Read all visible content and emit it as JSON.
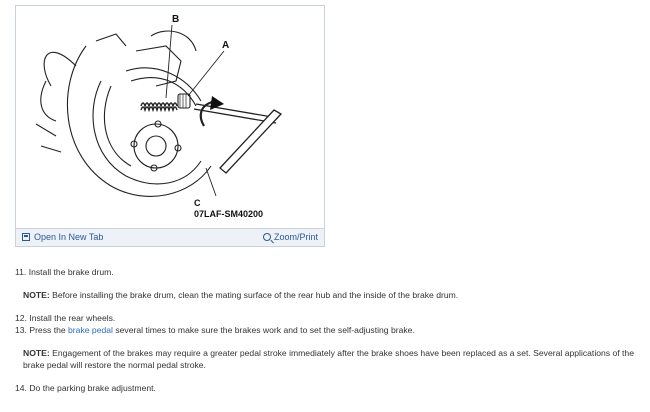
{
  "figure": {
    "labels": {
      "a": "A",
      "b": "B",
      "c": "C"
    },
    "code": "07LAF-SM40200",
    "open_new_tab": "Open In New Tab",
    "zoom_print": "Zoom/Print",
    "icons": {
      "open": "open-new-tab-icon",
      "zoom": "magnifier-icon"
    },
    "link_color": "#2a5a9a"
  },
  "steps": {
    "s11": "11. Install the brake drum.",
    "note1_label": "NOTE:",
    "note1_text": " Before installing the brake drum, clean the mating surface of the rear hub and the inside of the brake drum.",
    "s12": "12. Install the rear wheels.",
    "s13_pre": "13. Press the ",
    "s13_link": "brake pedal",
    "s13_post": " several times to make sure the brakes work and to set the self-adjusting brake.",
    "note2_label": "NOTE:",
    "note2_text": " Engagement of the brakes may require a greater pedal stroke immediately after the brake shoes have been replaced as a set. Several applications of the brake pedal will restore the normal pedal stroke.",
    "s14": "14. Do the parking brake adjustment."
  }
}
